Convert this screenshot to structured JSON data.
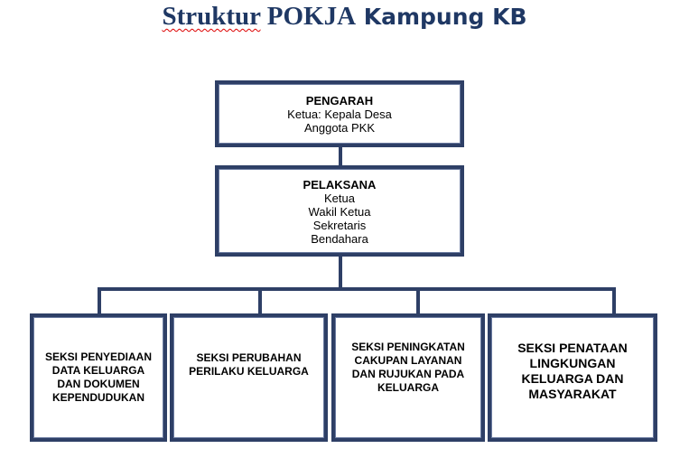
{
  "title": {
    "part1": "Struktur",
    "part2": " POKJA",
    "part3": " Kampung KB"
  },
  "pengarah": {
    "heading": "PENGARAH",
    "lines": [
      "Ketua: Kepala Desa",
      "Anggota PKK"
    ]
  },
  "pelaksana": {
    "heading": "PELAKSANA",
    "lines": [
      "Ketua",
      "Wakil Ketua",
      "Sekretaris",
      "Bendahara"
    ]
  },
  "sections": [
    "SEKSI PENYEDIAAN DATA KELUARGA DAN DOKUMEN KEPENDUDUKAN",
    "SEKSI PERUBAHAN PERILAKU KELUARGA",
    "SEKSI PENINGKATAN CAKUPAN LAYANAN DAN RUJUKAN PADA KELUARGA",
    "SEKSI PENATAAN LINGKUNGAN KELUARGA DAN MASYARAKAT"
  ],
  "colors": {
    "navy": "#1f3864",
    "border": "#2e3f66"
  }
}
